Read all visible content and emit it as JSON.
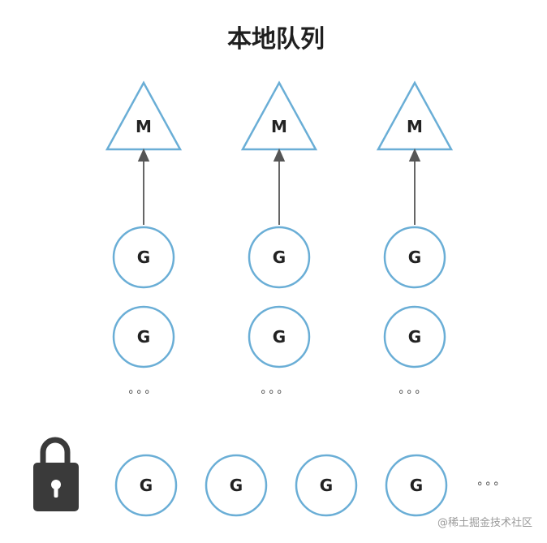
{
  "title": "本地队列",
  "colors": {
    "node_outline": "#6aaed6",
    "arrow": "#555555",
    "text": "#222222",
    "lock": "#3a3a3a",
    "watermark": "#9a9a9a"
  },
  "columns": [
    {
      "machine_label": "M",
      "goroutines": [
        "G",
        "G"
      ],
      "ellipsis": "。。。"
    },
    {
      "machine_label": "M",
      "goroutines": [
        "G",
        "G"
      ],
      "ellipsis": "。。。"
    },
    {
      "machine_label": "M",
      "goroutines": [
        "G",
        "G"
      ],
      "ellipsis": "。。。"
    }
  ],
  "global_queue": {
    "icon": "lock-icon",
    "goroutines": [
      "G",
      "G",
      "G",
      "G"
    ],
    "ellipsis": "。。。"
  },
  "watermark": "@稀土掘金技术社区"
}
